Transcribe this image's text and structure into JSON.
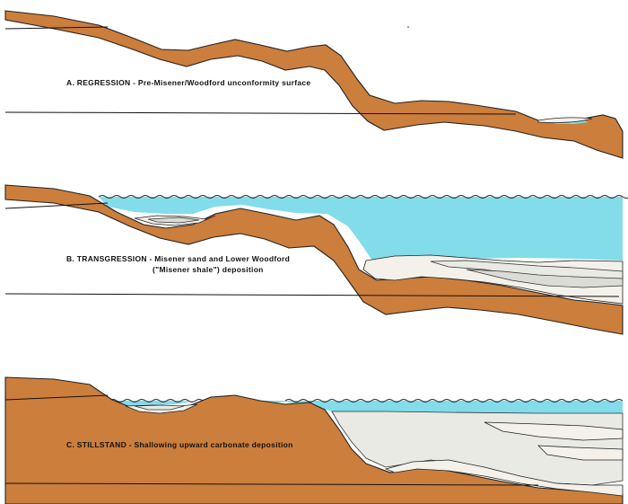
{
  "panels": [
    {
      "id": "a",
      "title": "A.  REGRESSION - Pre-Misener/Woodford unconformity surface"
    },
    {
      "id": "b",
      "title_line1": "B.  TRANSGRESSION - Misener sand and Lower Woodford",
      "title_line2": "(\"Misener shale\") deposition"
    },
    {
      "id": "c",
      "title": "C.  STILLSTAND - Shallowing upward carbonate deposition"
    }
  ],
  "colors": {
    "rock": "#cc7e3c",
    "water": "#82dcea",
    "sand": "#f3f1ea",
    "carbonate": "#eaeae4"
  }
}
